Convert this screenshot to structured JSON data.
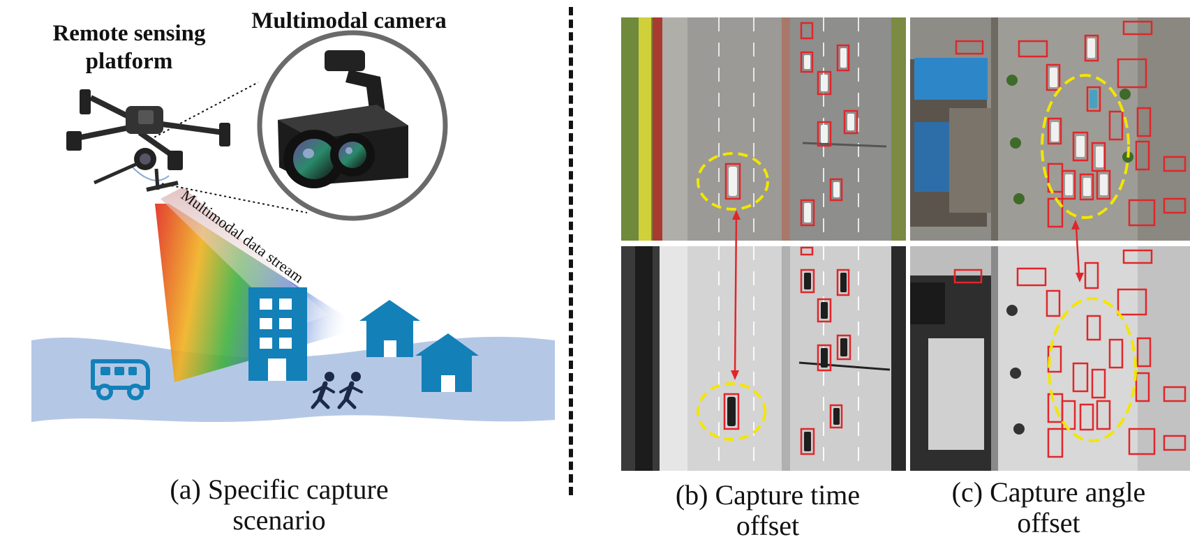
{
  "panel_a": {
    "platform_label": "Remote sensing platform",
    "camera_label": "Multimodal camera",
    "stream_label": "Multimodal data stream",
    "caption_line1": "(a) Specific capture",
    "caption_line2": "scenario"
  },
  "panel_b": {
    "caption_line1": "(b) Capture time",
    "caption_line2": "offset"
  },
  "panel_c": {
    "caption_line1": "(c) Capture angle",
    "caption_line2": "offset"
  },
  "colors": {
    "ground": "#b4c8e6",
    "building": "#1380b8",
    "box": "#e0262a",
    "ellipse": "#f2e600",
    "arrow": "#e0262a"
  },
  "icons": [
    "drone-icon",
    "camera-icon",
    "van-icon",
    "office-building-icon",
    "house-icon",
    "runners-icon"
  ]
}
